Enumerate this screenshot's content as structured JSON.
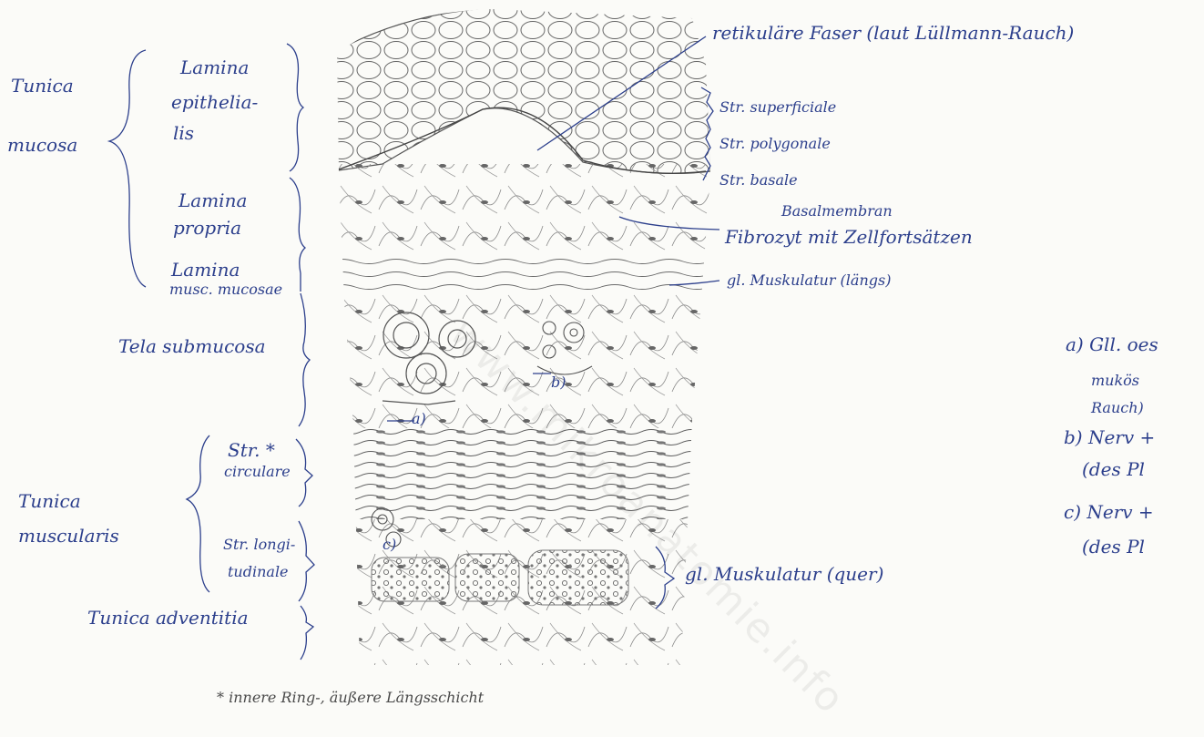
{
  "labels": {
    "tunica_mucosa": [
      "Tunica",
      "mucosa"
    ],
    "lamina_epithelialis": [
      "Lamina",
      "epithelia-",
      "lis"
    ],
    "lamina_propria": [
      "Lamina",
      "propria"
    ],
    "lamina_musc_mucosae": [
      "Lamina",
      "musc. mucosae"
    ],
    "tela_submucosa": "Tela submucosa",
    "str_circulare": [
      "Str. *",
      "circulare"
    ],
    "tunica_muscularis": [
      "Tunica",
      "muscularis"
    ],
    "str_longitudinale": [
      "Str. longi-",
      "tudinale"
    ],
    "tunica_adventitia": "Tunica adventitia",
    "retikulaere_faser": "retikuläre Faser (laut Lüllmann-Rauch)",
    "str_superficiale": "Str. superficiale",
    "str_polygonale": "Str. polygonale",
    "str_basale": "Str. basale",
    "basalmembran": "Basalmembran",
    "fibrozyt": "Fibrozyt mit Zellfortsätzen",
    "gl_muskulatur_laengs": "gl. Muskulatur (längs)",
    "gl_muskulatur_quer": "gl. Muskulatur (quer)",
    "marker_a": "a)",
    "marker_b": "b)",
    "marker_c": "c)",
    "footnote": "* innere Ring-, äußere Längsschicht",
    "legend": [
      "a) Gll. oes",
      "mukös",
      "Rauch)",
      "b) Nerv +",
      "(des Pl",
      "c) Nerv +",
      "(des Pl"
    ]
  },
  "watermark": "www.mikroanatomie.info",
  "colors": {
    "pen_blue": "#2c3f8c",
    "pencil_gray": "#4a4a4a",
    "paper": "#fbfbf8"
  }
}
